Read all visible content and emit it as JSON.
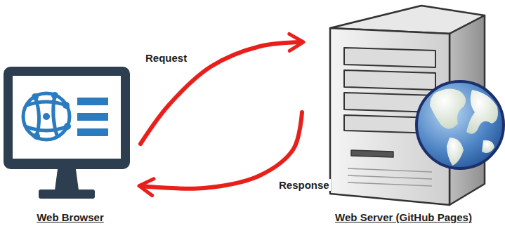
{
  "diagram": {
    "nodes": [
      {
        "text": [
          "Web Browser"
        ]
      },
      {
        "text": [
          "Web Server (GitHub Pages)"
        ]
      }
    ],
    "edges": [
      {
        "from": 0,
        "to": 1,
        "arrow": "to",
        "label": "Request"
      },
      {
        "from": 1,
        "to": 0,
        "arrow": "to",
        "label": "Response"
      }
    ]
  }
}
